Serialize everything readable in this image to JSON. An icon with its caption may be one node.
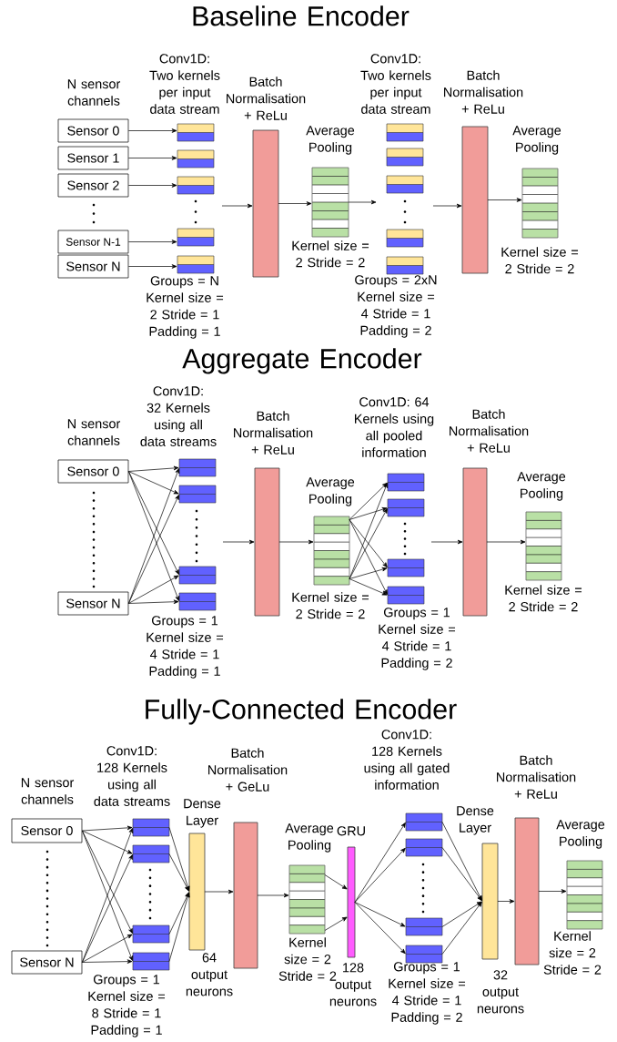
{
  "diagram": {
    "nodes": [
      {
        "text": [
          "Sensor 0"
        ]
      },
      {
        "text": [
          "Sensor 1"
        ]
      },
      {
        "text": [
          "Sensor 2"
        ]
      },
      {
        "text": [
          "Sensor N-1"
        ]
      },
      {
        "text": [
          "Sensor N"
        ]
      },
      {
        "text": [],
        "shape": "box"
      },
      {
        "text": [],
        "shape": "box"
      },
      {
        "text": [],
        "shape": "box"
      },
      {
        "text": [],
        "shape": "box"
      },
      {
        "text": [],
        "shape": "box"
      },
      {
        "text": [
          "Batch Normalisation + ReLu"
        ]
      },
      {
        "text": [
          "Average Pooling"
        ],
        "beside": [
          "Kernel size = 2 Stride = 2"
        ]
      },
      {
        "text": [],
        "shape": "box"
      },
      {
        "text": [],
        "shape": "box"
      },
      {
        "text": [],
        "shape": "box"
      },
      {
        "text": [],
        "shape": "box"
      },
      {
        "text": [],
        "shape": "box"
      },
      {
        "text": [
          "Batch Normalisation + ReLu"
        ]
      },
      {
        "text": [
          "Average Pooling"
        ],
        "beside": [
          "Kernel size = 2 Stride = 2"
        ]
      },
      {
        "text": [
          "Sensor 0"
        ]
      },
      {
        "text": [
          "Sensor N"
        ]
      },
      {
        "text": [],
        "shape": "box"
      },
      {
        "text": [],
        "shape": "box"
      },
      {
        "text": [],
        "shape": "box"
      },
      {
        "text": [],
        "shape": "box"
      },
      {
        "text": [
          "Batch Normalisation + ReLu"
        ]
      },
      {
        "text": [
          "Average Pooling"
        ],
        "beside": [
          "Kernel size = 2 Stride = 2"
        ]
      },
      {
        "text": [],
        "shape": "box"
      },
      {
        "text": [],
        "shape": "box"
      },
      {
        "text": [],
        "shape": "box"
      },
      {
        "text": [],
        "shape": "box"
      },
      {
        "text": [
          "Batch Normalisation + ReLu"
        ]
      },
      {
        "text": [
          "Average Pooling"
        ],
        "beside": [
          "Kernel size = 2 Stride = 2"
        ]
      },
      {
        "text": [
          "Sensor 0"
        ]
      },
      {
        "text": [
          "Sensor N"
        ]
      },
      {
        "text": [],
        "shape": "box"
      },
      {
        "text": [],
        "shape": "box"
      },
      {
        "text": [],
        "shape": "box"
      },
      {
        "text": [],
        "shape": "box"
      },
      {
        "text": [
          "Dense Layer"
        ],
        "beside": [
          "64 output neurons"
        ]
      },
      {
        "text": [
          "Batch Normalisation + GeLu"
        ]
      },
      {
        "text": [
          "Average Pooling"
        ],
        "beside": [
          "Kernel size = 2 Stride = 2"
        ]
      },
      {
        "text": [
          "GRU"
        ],
        "beside": [
          "128 output neurons"
        ]
      },
      {
        "text": [],
        "shape": "box"
      },
      {
        "text": [],
        "shape": "box"
      },
      {
        "text": [],
        "shape": "box"
      },
      {
        "text": [],
        "shape": "box"
      },
      {
        "text": [
          "Dense Layer"
        ],
        "beside": [
          "32 output neurons"
        ]
      },
      {
        "text": [
          "Batch Normalisation + ReLu"
        ]
      },
      {
        "text": [
          "Average Pooling"
        ],
        "beside": [
          "Kernel size = 2 Stride = 2"
        ]
      }
    ],
    "edges": [
      {
        "from": 0,
        "to": 5,
        "arrow": "to"
      },
      {
        "from": 1,
        "to": 6,
        "arrow": "to"
      },
      {
        "from": 2,
        "to": 7,
        "arrow": "to"
      },
      {
        "from": 3,
        "to": 8,
        "arrow": "to"
      },
      {
        "from": 4,
        "to": 9,
        "arrow": "to"
      },
      {
        "from": null,
        "to": 10,
        "arrow": "to"
      },
      {
        "from": 10,
        "to": 11,
        "arrow": "to"
      },
      {
        "from": 11,
        "to": null,
        "arrow": "to"
      },
      {
        "from": null,
        "to": 17,
        "arrow": "to"
      },
      {
        "from": 17,
        "to": 18,
        "arrow": "to"
      },
      {
        "from": 19,
        "to": 21,
        "arrow": "to"
      },
      {
        "from": 19,
        "to": 22,
        "arrow": "to"
      },
      {
        "from": 19,
        "to": 23,
        "arrow": "to"
      },
      {
        "from": 19,
        "to": 24,
        "arrow": "to"
      },
      {
        "from": 20,
        "to": 21,
        "arrow": "to"
      },
      {
        "from": 20,
        "to": 22,
        "arrow": "to"
      },
      {
        "from": 20,
        "to": 23,
        "arrow": "to"
      },
      {
        "from": 20,
        "to": 24,
        "arrow": "to"
      },
      {
        "from": null,
        "to": 25,
        "arrow": "to"
      },
      {
        "from": 25,
        "to": 26,
        "arrow": "to"
      },
      {
        "from": 26,
        "to": 27,
        "arrow": "to"
      },
      {
        "from": 26,
        "to": 28,
        "arrow": "to"
      },
      {
        "from": 26,
        "to": 29,
        "arrow": "to"
      },
      {
        "from": 26,
        "to": 30,
        "arrow": "to"
      },
      {
        "from": 26,
        "to": 27,
        "arrow": "to"
      },
      {
        "from": 26,
        "to": 28,
        "arrow": "to"
      },
      {
        "from": 26,
        "to": 29,
        "arrow": "to"
      },
      {
        "from": 26,
        "to": 30,
        "arrow": "to"
      },
      {
        "from": null,
        "to": 31,
        "arrow": "to"
      },
      {
        "from": 31,
        "to": 32,
        "arrow": "to"
      },
      {
        "from": 33,
        "to": 35,
        "arrow": "to"
      },
      {
        "from": 33,
        "to": 36,
        "arrow": "to"
      },
      {
        "from": 33,
        "to": 37,
        "arrow": "to"
      },
      {
        "from": 33,
        "to": 38,
        "arrow": "to"
      },
      {
        "from": 34,
        "to": 35,
        "arrow": "to"
      },
      {
        "from": 34,
        "to": 36,
        "arrow": "to"
      },
      {
        "from": 34,
        "to": 37,
        "arrow": "to"
      },
      {
        "from": 34,
        "to": 38,
        "arrow": "to"
      },
      {
        "from": 35,
        "to": 39,
        "arrow": "to"
      },
      {
        "from": 36,
        "to": 39,
        "arrow": "to"
      },
      {
        "from": 37,
        "to": 39,
        "arrow": "to"
      },
      {
        "from": 38,
        "to": 39,
        "arrow": "to"
      },
      {
        "from": 39,
        "to": 40,
        "arrow": "to"
      },
      {
        "from": 40,
        "to": 41,
        "arrow": "to"
      },
      {
        "from": 41,
        "to": 42,
        "arrow": "to"
      },
      {
        "from": 41,
        "to": 42,
        "arrow": "to"
      },
      {
        "from": 42,
        "to": 43,
        "arrow": "to"
      },
      {
        "from": 42,
        "to": 44,
        "arrow": "to"
      },
      {
        "from": 42,
        "to": 45,
        "arrow": "to"
      },
      {
        "from": 42,
        "to": 46,
        "arrow": "to"
      },
      {
        "from": 43,
        "to": 47,
        "arrow": "to"
      },
      {
        "from": 44,
        "to": 47,
        "arrow": "to"
      },
      {
        "from": 45,
        "to": 47,
        "arrow": "to"
      },
      {
        "from": 46,
        "to": 47,
        "arrow": "to"
      },
      {
        "from": 47,
        "to": 48,
        "arrow": "to"
      },
      {
        "from": 48,
        "to": 49,
        "arrow": "to"
      }
    ],
    "labels": [
      "Baseline Encoder",
      "N sensor channels",
      "Conv1D: Two kernels per input data stream",
      "Groups = N Kernel size = 2 Stride = 1 Padding = 1",
      "Conv1D: Two kernels per input data stream",
      "Groups = 2xN Kernel size = 4 Stride = 1 Padding = 2",
      "Aggregate Encoder",
      "N sensor channels",
      "Conv1D: 32 Kernels using all data streams",
      "Groups = 1 Kernel size = 4 Stride = 1 Padding = 1",
      "Conv1D: 64 Kernels using all pooled information",
      "Groups = 1 Kernel size = 4 Stride = 1 Padding = 2",
      "Fully-Connected Encoder",
      "N sensor channels",
      "Conv1D: 128 Kernels using all data streams",
      "Groups = 1 Kernel size = 8 Stride = 1 Padding = 1",
      "Conv1D: 128 Kernels using all gated information",
      "Groups = 1 Kernel size = 4 Stride = 1 Padding = 2"
    ]
  }
}
